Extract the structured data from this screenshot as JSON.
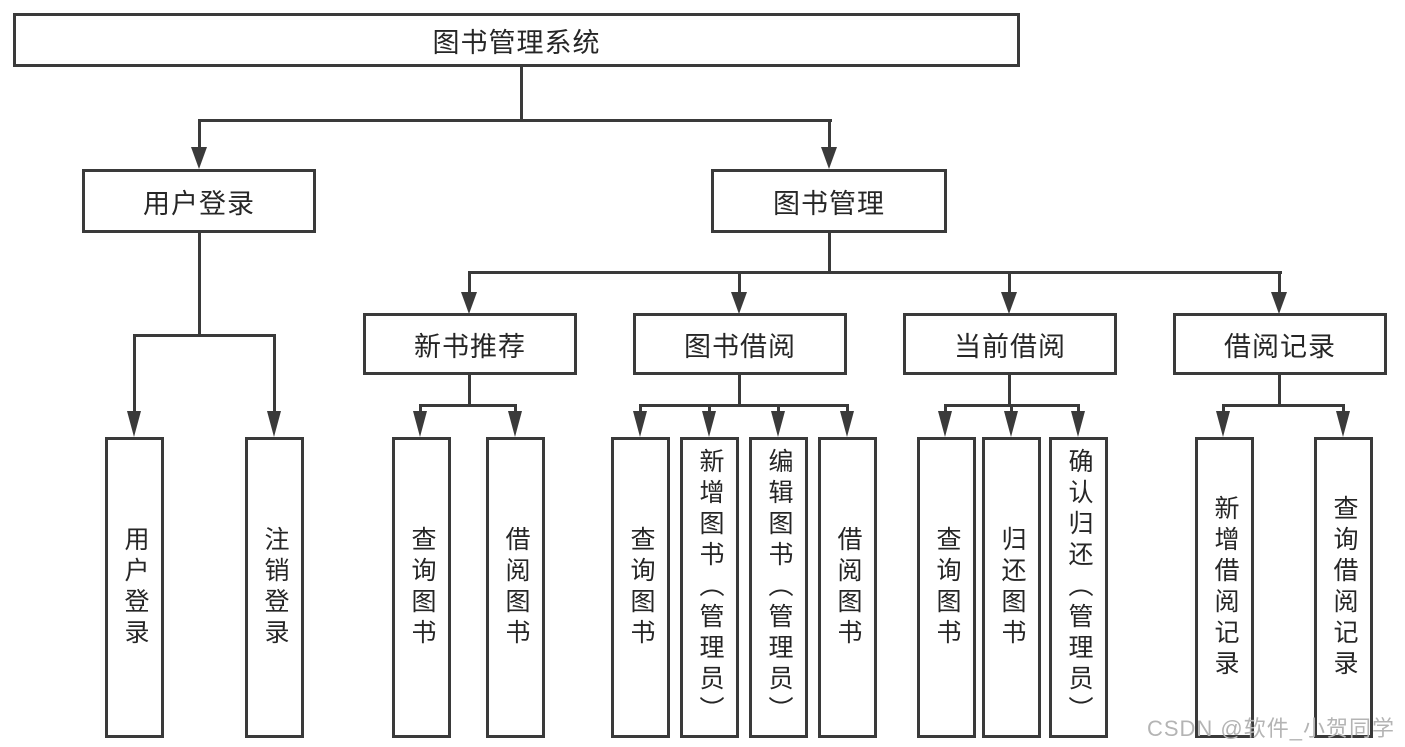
{
  "root": {
    "label": "图书管理系统"
  },
  "level2": [
    {
      "label": "用户登录"
    },
    {
      "label": "图书管理"
    }
  ],
  "level3": [
    {
      "label": "新书推荐"
    },
    {
      "label": "图书借阅"
    },
    {
      "label": "当前借阅"
    },
    {
      "label": "借阅记录"
    }
  ],
  "leaves": {
    "user_login": [
      "用户登录",
      "注销登录"
    ],
    "new_book_recommend": [
      "查询图书",
      "借阅图书"
    ],
    "book_borrowing": [
      "查询图书",
      "新增图书（管理员）",
      "编辑图书（管理员）",
      "借阅图书"
    ],
    "current_borrowing": [
      "查询图书",
      "归还图书",
      "确认归还（管理员）"
    ],
    "borrowing_records": [
      "新增借阅记录",
      "查询借阅记录"
    ]
  },
  "watermark": "CSDN @软件_小贺同学",
  "colors": {
    "line": "#3a3a3a",
    "text": "#262626",
    "background": "#ffffff",
    "watermark": "#b4b4b4"
  }
}
